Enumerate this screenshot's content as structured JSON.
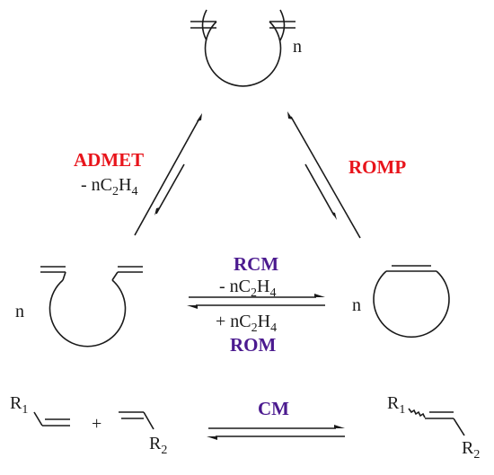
{
  "labels": {
    "admet": "ADMET",
    "admet_loss": {
      "prefix": "- nC",
      "sub1": "2",
      "mid": "H",
      "sub2": "4"
    },
    "romp": "ROMP",
    "rcm": "RCM",
    "rcm_loss": {
      "prefix": "- nC",
      "sub1": "2",
      "mid": "H",
      "sub2": "4"
    },
    "rom_gain": {
      "prefix": "+ nC",
      "sub1": "2",
      "mid": "H",
      "sub2": "4"
    },
    "rom": "ROM",
    "cm": "CM",
    "n_polymer": "n",
    "n_diene": "n",
    "n_cyclic": "n",
    "plus": "+",
    "r1_reactant": {
      "main": "R",
      "sub": "1"
    },
    "r2_reactant": {
      "main": "R",
      "sub": "2"
    },
    "r1_product": {
      "main": "R",
      "sub": "1"
    },
    "r2_product": {
      "main": "R",
      "sub": "2"
    }
  },
  "colors": {
    "red": "#e8141b",
    "purple": "#4b1a8f",
    "black": "#1a1a1a"
  }
}
